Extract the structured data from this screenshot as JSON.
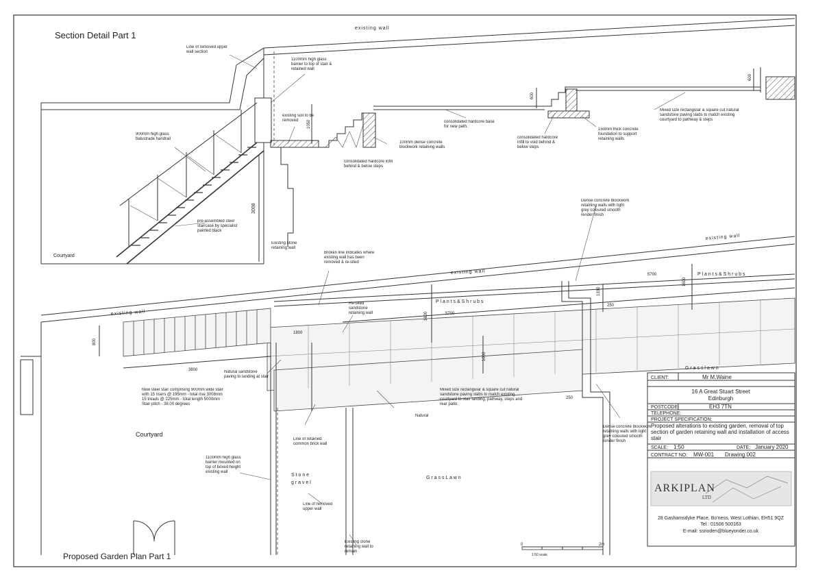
{
  "section": {
    "title": "Section Detail Part 1",
    "labels": {
      "existing_wall": "existing wall",
      "removed_upper_wall": "Line of removed upper wall section",
      "glass_barrier": "1100mm high glass barrier to top of stair & retained wall",
      "balustrade": "900mm high glass balustrade handrail",
      "existing_soil": "existing soil to be removed",
      "dim_1050": "1050",
      "dim_3008": "3008",
      "dim_600a": "600",
      "dim_600b": "600",
      "hardcore_infill": "consolidated hardcore infill behind & below steps",
      "blockwork": "100mm dense concrete blockwork retaining walls",
      "hardcore_base": "consolidated hardcore base for new path.",
      "hardcore_void": "consolidated hardcore infill to void behind & below steps",
      "foundation": "150mm thick concrete foundation to support retaining walls",
      "paving_slabs": "Mixed size rectangular & square cut natural sandstone paving slabs to match existing courtyard to pathway & steps",
      "steel_staircase": "pre-assembled steel staircase by specialist painted black",
      "stone_wall": "Existing stone retaining wall",
      "courtyard": "Courtyard"
    }
  },
  "plan": {
    "title": "Proposed Garden Plan Part 1",
    "labels": {
      "existing_wall_a": "existing wall",
      "existing_wall_b": "existing wall",
      "existing_wall_c": "existing wall",
      "broken_line": "Broken line indicates where existing wall has been removed & re-sited",
      "dense_top": "Dense concrete blockwork retaining walls with light grey coloured smooth render finish",
      "resited": "Re-sited sandstone retaining wall",
      "plants_a": "P l a n t s   &   S h r u b s",
      "plants_b": "P l a n t s   &   S h r u b s",
      "dim_5700a": "5700",
      "dim_5700b": "5700",
      "dim_1600a": "1600",
      "dim_1600b": "1600",
      "dim_1330": "1330",
      "dim_250a": "250",
      "dim_250b": "250",
      "dim_1800": "1800",
      "dim_1000": "1000",
      "dim_800": "800",
      "dim_3800": "3800",
      "natural_sandstone": "Natural sandstone paving to landing at stair",
      "stair_spec": "New steel stair comprising 900mm wide stair with 15 risers @ 195mm - total rise 3008mm 15 treads @ 225mm - total length 5000mm Stair pitch - 38.00 degrees",
      "mixed_paving": "Mixed size rectangular & square cut natural sandstone paving slabs to match existing courtyard to stair landing, pathway, steps and rear patio.",
      "natural": "Natural",
      "dense_bottom": "Dense concrete blockwork retaining walls with light grey coloured smooth render finish",
      "common_brick": "Line of retained common brick wall",
      "courtyard": "Courtyard",
      "glass_barrier": "1100mm high glass barrier mounted on top of boxed height existing wall",
      "stone_gravel": "S t o n e\ng r a v e l",
      "grass_lawn_top": "G r a s s   l a w n",
      "grass_lawn": "G r a s s   L a w n",
      "removed_upper": "Line of removed upper wall",
      "existing_stone": "Existing stone retaining wall to remain",
      "scale_0": "0",
      "scale_2": "2m",
      "scale_caption": "1:50 scale"
    }
  },
  "titleblock": {
    "client_label": "CLIENT:",
    "client": "Mr M.Waine",
    "address1": "16 A Great Stuart Street",
    "address2": "Edinburgh",
    "postcode_label": "POSTCODE",
    "postcode": "EH3 7TN",
    "telephone_label": "TELEPHONE:",
    "spec_label": "PROJECT SPECIFICATION:",
    "spec": "Proposed alterations to existing garden, removal of top section of garden retaining wall and installation of access stair",
    "scale_label": "SCALE:",
    "scale": "1:50",
    "date_label": "DATE:",
    "date": "January 2020",
    "contract_label": "CONTRACT NO:",
    "contract": "MW-001",
    "drawing": "Drawing 002",
    "firm": "ARKIPLAN",
    "firm_sub": "LTD",
    "firm_address": "28 Gashamsdyke Place, Bo'ness, West Lothian, EH51 9QZ",
    "firm_tel": "Tel : 01506 500163",
    "firm_email": "E-mail: ssnoden@blueyonder.co.uk"
  }
}
